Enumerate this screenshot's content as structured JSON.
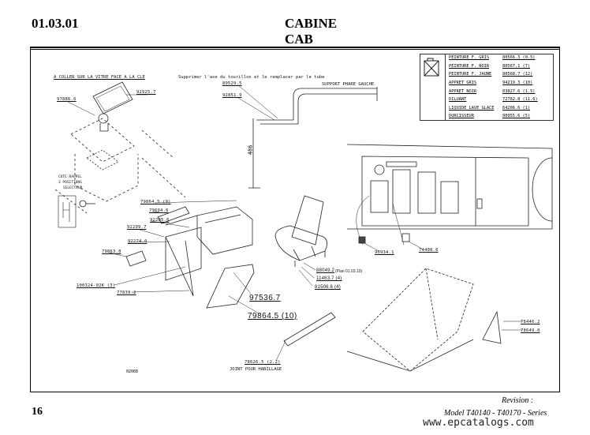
{
  "header": {
    "section_code": "01.03.01",
    "title_fr": "CABINE",
    "title_en": "CAB"
  },
  "footer": {
    "page_number": "16",
    "revision_label": "Revision :",
    "model": "Model T40140 - T40170 - Series",
    "website": "www.epcatalogs.com"
  },
  "paint_table": {
    "icon": "paint-can-icon",
    "rows": [
      {
        "name": "PEINTURE F. GRIS",
        "ref": "80566.3 (0.5)"
      },
      {
        "name": "PEINTURE F. NOIR",
        "ref": "80567.1 (7)"
      },
      {
        "name": "PEINTURE F. JAUNE",
        "ref": "80568.7 (12)"
      },
      {
        "name": "APPRET GRIS",
        "ref": "94219.3 (10)"
      },
      {
        "name": "APPRET NOIR",
        "ref": "03827.6 (1.5)"
      },
      {
        "name": "DILUANT",
        "ref": "72782.8 (11.6)"
      },
      {
        "name": "LIQUIDE LAVE GLACE",
        "ref": "64206.6 (1)"
      },
      {
        "name": "DURCISSEUR",
        "ref": "90955.6 (5)"
      }
    ]
  },
  "notes": {
    "sticker": "A COLLER SUR LA VITRE FACE A LA CLE",
    "axle": "Supprimer l'axe du tourillon et le remplacer par le tube",
    "lamp_support": "SUPPORT PHARE GAUCHE",
    "selector_1": "COTE RAPPEL",
    "selector_2": "3 POSITIONS",
    "selector_3": "SELECTEUR",
    "seal": "JOINT POUR HABILLAGE",
    "dimension": "486",
    "drawing_id": "02068"
  },
  "parts": {
    "p92925": "92925.7",
    "p97886": "97886.6",
    "p89529": "89529.5",
    "p92851": "92851.9",
    "p79864_9": "79864.5 (9)",
    "p79694": "79694.6",
    "p92205": "92205.6",
    "p92299": "92299.7",
    "p92274": "92274.0",
    "p79863": "79863.8",
    "p100324": "100324-02K (3)",
    "p77839": "77839.2",
    "p97536": "97536.7",
    "p79864_10": "79864.5 (10)",
    "p88049": "88049.2",
    "p88049_note": "(Plan 01.03.10)",
    "p11463": "11463.7 (4)",
    "p81506": "81506.6 (4)",
    "p90934": "90934.1",
    "p74408": "74408.6",
    "p78446": "78446.2",
    "p78649": "78649.0",
    "p78626": "78626.5 (2.2)"
  }
}
